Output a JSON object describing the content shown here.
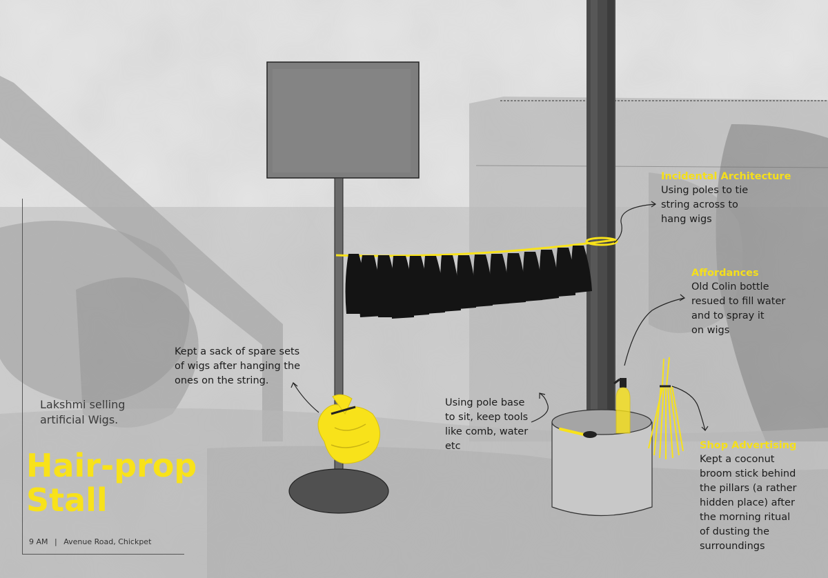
{
  "title": "Hair-prop\nStall",
  "subtitle": "Lakshmi selling\nartificial Wigs.",
  "footer": {
    "time": "9 AM",
    "separator": "|",
    "location": "Avenue Road, Chickpet"
  },
  "annotations": {
    "incidental_architecture": {
      "heading": "Incidental Architecture",
      "text": "Using poles to tie\nstring across to\nhang wigs"
    },
    "affordances": {
      "heading": "Affordances",
      "text": "Old Colin bottle\nresued to fill water\nand to spray it\non wigs"
    },
    "shop_advertising": {
      "heading": "Shop Advertising",
      "text": "Kept a coconut\nbroom stick behind\nthe pillars (a rather\nhidden place) after\nthe morning ritual\nof dusting the\nsurroundings"
    },
    "sack": {
      "text": "Kept a sack of spare sets\nof wigs after hanging the\nones on the string."
    },
    "pole_base": {
      "text": "Using pole base\nto sit, keep tools\nlike comb, water\netc"
    }
  },
  "colors": {
    "accent_yellow": "#f8e21a",
    "wig_black": "#141414",
    "pole_gray": "#4a4a4a",
    "background_gray": "#d9d9d9"
  }
}
